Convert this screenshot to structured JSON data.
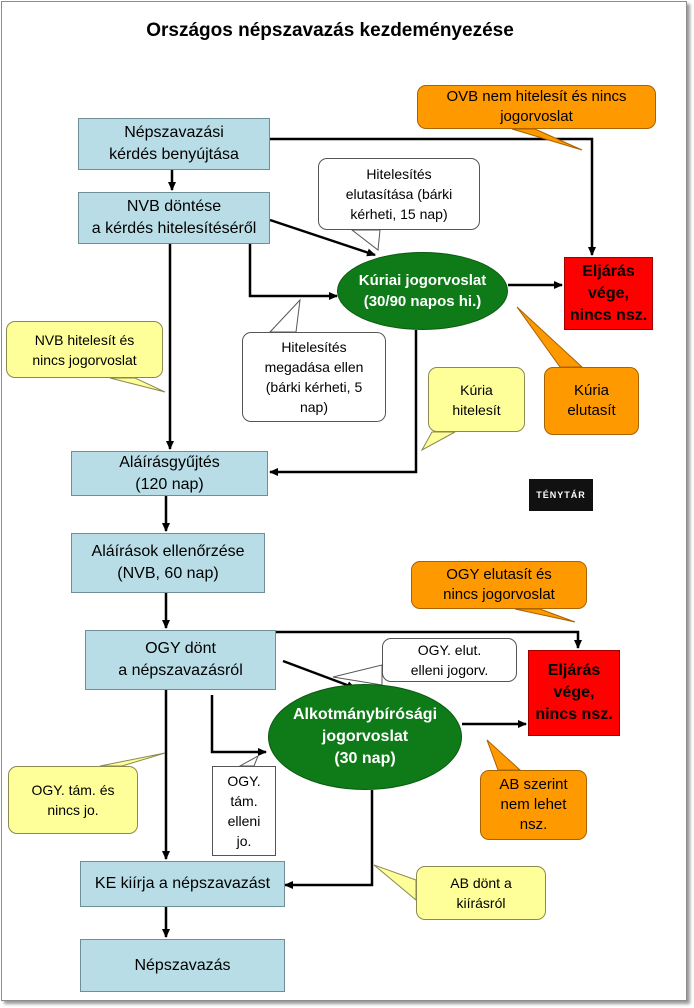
{
  "title": "Országos népszavazás kezdeményezése",
  "boxes": {
    "benyujtas": "Népszavazási\nkérdés benyújtása",
    "nvb": "NVB döntése\na kérdés hitelesítéséről",
    "alairasgyujtes": "Aláírásgyűjtés\n(120 nap)",
    "ellenorzes": "Aláírások ellenőrzése\n(NVB, 60 nap)",
    "ogy": "OGY dönt\na népszavazásról",
    "ke": "KE kiírja a népszavazást",
    "nepszavazas": "Népszavazás"
  },
  "ellipses": {
    "kuria": "Kúriai jogorvoslat\n(30/90 napos hi.)",
    "ab": "Alkotmánybírósági\njogorvoslat\n(30 nap)"
  },
  "end_boxes": {
    "top": "Eljárás\nvége,\nnincs nsz.",
    "bottom": "Eljárás\nvége,\nnincs nsz."
  },
  "notes": {
    "ovb": "OVB nem hitelesít  és nincs\njogorvoslat",
    "hit_elut": "Hitelesítés\nelutasítása  (bárki\nkérheti, 15 nap)",
    "nvb_hit": "NVB hitelesít  és\nnincs jogorvoslat",
    "hit_megadas": "Hitelesítés\nmegadása ellen\n(bárki kérheti, 5\nnap)",
    "kuria_hit": "Kúria\nhitelesít",
    "kuria_elut": "Kúria\nelutasít",
    "ogy_elut": "OGY elutasít és\nnincs jogorvoslat",
    "ogy_elut_jog": "OGY.  elut.\nelleni jogorv.",
    "ogy_tam": "OGY.  tám.  és\nnincs jo.",
    "ogy_tam_jog": "OGY.\ntám.\nelleni\njo.",
    "ab_szerint": "AB szerint\nnem lehet\nnsz.",
    "ab_dont": "AB dönt a\nkiírásról"
  },
  "logo": "TÉNYTÁR",
  "colors": {
    "box": "#b8dde6",
    "ellipse": "#0f7a18",
    "end": "#ff0000",
    "note_yellow": "#ffff99",
    "note_orange": "#ff9900",
    "note_white": "#ffffff"
  }
}
